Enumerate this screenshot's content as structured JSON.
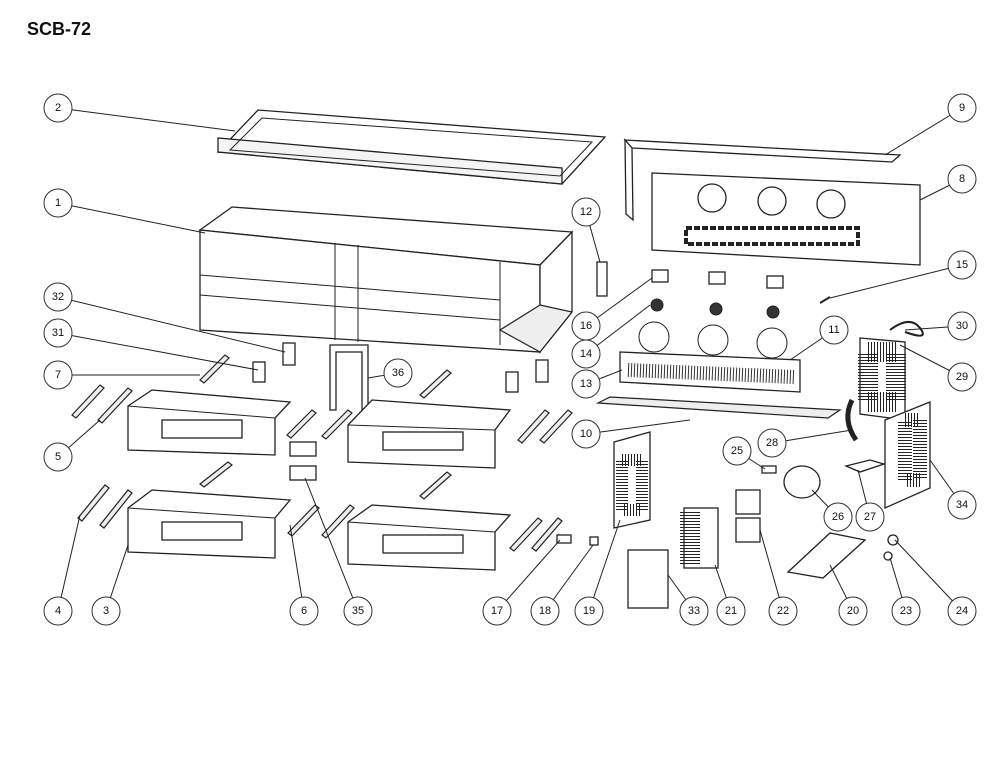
{
  "title": "SCB-72",
  "callouts": [
    "1",
    "2",
    "3",
    "4",
    "5",
    "6",
    "7",
    "8",
    "9",
    "10",
    "11",
    "12",
    "13",
    "14",
    "15",
    "16",
    "17",
    "18",
    "19",
    "20",
    "21",
    "22",
    "23",
    "24",
    "25",
    "26",
    "27",
    "28",
    "29",
    "30",
    "31",
    "32",
    "33",
    "34",
    "35",
    "36"
  ]
}
